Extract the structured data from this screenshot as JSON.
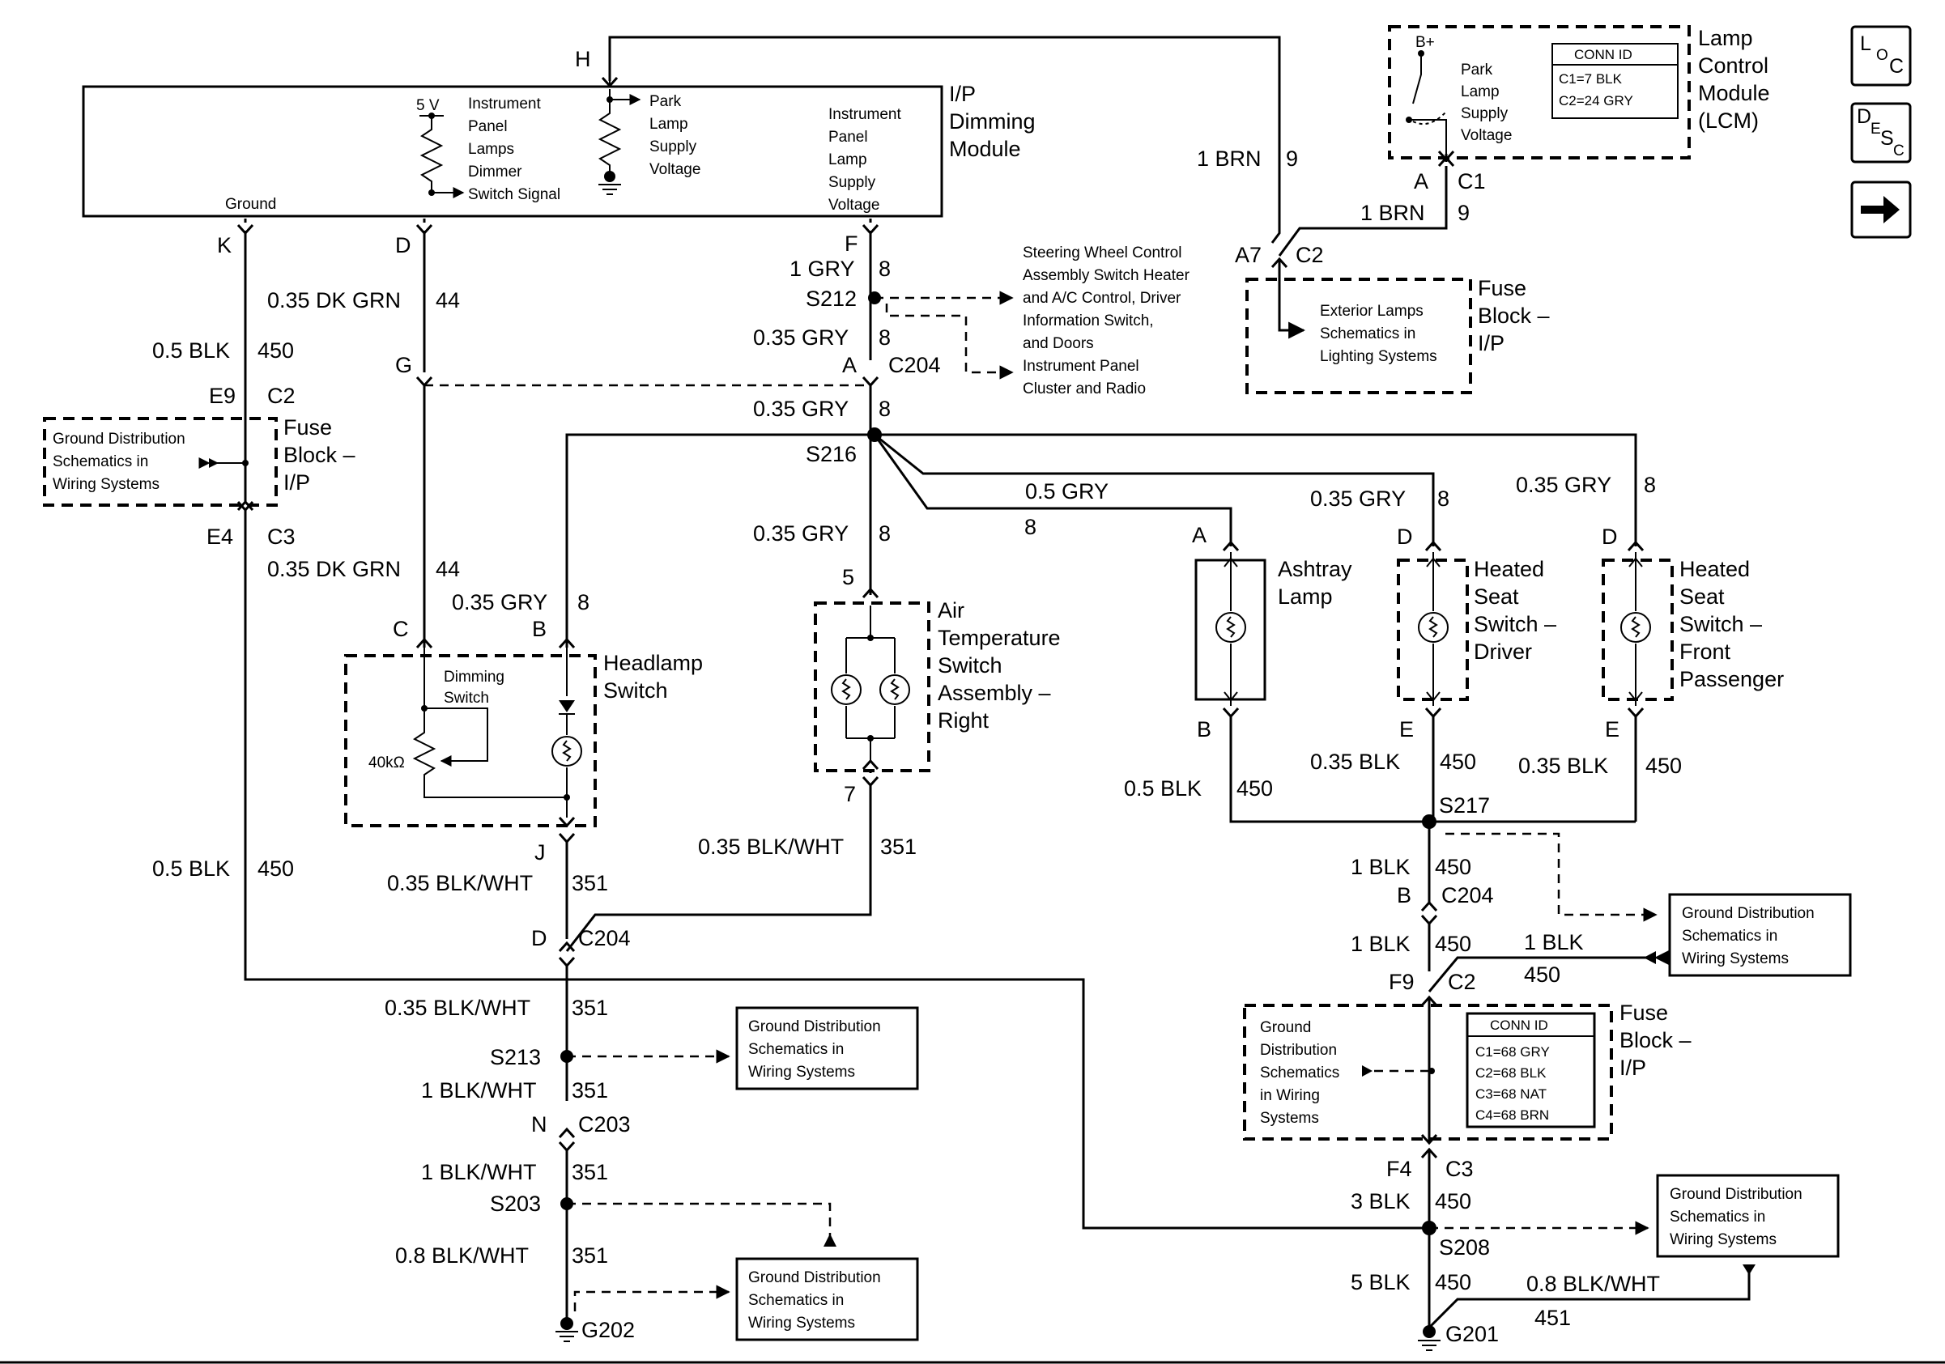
{
  "modules": {
    "dimming": {
      "title": [
        "I/P",
        "Dimming",
        "Module"
      ],
      "ground": "Ground",
      "five_v": "5 V",
      "dimmer": [
        "Instrument",
        "Panel",
        "Lamps",
        "Dimmer",
        "Switch Signal"
      ],
      "park": [
        "Park",
        "Lamp",
        "Supply",
        "Voltage"
      ],
      "ip_lamp": [
        "Instrument",
        "Panel",
        "Lamp",
        "Supply",
        "Voltage"
      ]
    },
    "lcm": {
      "title": [
        "Lamp",
        "Control",
        "Module",
        "(LCM)"
      ],
      "bplus": "B+",
      "park": [
        "Park",
        "Lamp",
        "Supply",
        "Voltage"
      ],
      "conn_id": {
        "header": "CONN ID",
        "rows": [
          "C1=7 BLK",
          "C2=24 GRY"
        ]
      }
    },
    "fuse_top_right": {
      "title": [
        "Fuse",
        "Block –",
        "I/P"
      ],
      "ref": [
        "Exterior Lamps",
        "Schematics in",
        "Lighting Systems"
      ]
    },
    "fuse_left": {
      "title": [
        "Fuse",
        "Block –",
        "I/P"
      ],
      "ref": [
        "Ground Distribution",
        "Schematics in",
        "Wiring Systems"
      ]
    },
    "fuse_bottom_right": {
      "title": [
        "Fuse",
        "Block –",
        "I/P"
      ],
      "ref": [
        "Ground",
        "Distribution",
        "Schematics",
        "in Wiring",
        "Systems"
      ],
      "conn_id": {
        "header": "CONN ID",
        "rows": [
          "C1=68 GRY",
          "C2=68 BLK",
          "C3=68 NAT",
          "C4=68 BRN"
        ]
      }
    },
    "headlamp": {
      "title": [
        "Headlamp",
        "Switch"
      ],
      "dimming": [
        "Dimming",
        "Switch"
      ],
      "resistance": "40kΩ"
    },
    "air_temp": {
      "title": [
        "Air",
        "Temperature",
        "Switch",
        "Assembly –",
        "Right"
      ]
    },
    "ashtray": {
      "title": [
        "Ashtray",
        "Lamp"
      ]
    },
    "seat_driver": {
      "title": [
        "Heated",
        "Seat",
        "Switch –",
        "Driver"
      ]
    },
    "seat_pass": {
      "title": [
        "Heated",
        "Seat",
        "Switch –",
        "Front",
        "Passenger"
      ]
    }
  },
  "steering_ref": [
    "Steering Wheel Control",
    "Assembly Switch Heater",
    "and A/C Control, Driver",
    "Information Switch,",
    "and Doors",
    "Instrument Panel",
    "Cluster and Radio"
  ],
  "ground_ref": [
    "Ground Distribution",
    "Schematics in",
    "Wiring Systems"
  ],
  "pins": {
    "H": "H",
    "K": "K",
    "D": "D",
    "F": "F",
    "G": "G",
    "A": "A",
    "E9": "E9",
    "C2": "C2",
    "E4": "E4",
    "C3": "C3",
    "C": "C",
    "B": "B",
    "J": "J",
    "C204": "C204",
    "N": "N",
    "C203": "C203",
    "five": "5",
    "seven": "7",
    "E": "E",
    "F9": "F9",
    "F4": "F4",
    "A7": "A7",
    "C1": "C1"
  },
  "wires": {
    "brn9": "1 BRN",
    "n9": "9",
    "gry1": "1 GRY",
    "n8": "8",
    "gry035": "0.35 GRY",
    "gry05": "0.5 GRY",
    "dkgrn": "0.35 DK GRN",
    "n44": "44",
    "blk05": "0.5 BLK",
    "n450": "450",
    "blk035": "0.35 BLK",
    "blkwht035": "0.35 BLK/WHT",
    "n351": "351",
    "blkwht1": "1 BLK/WHT",
    "blkwht08": "0.8 BLK/WHT",
    "blk1": "1 BLK",
    "blk3": "3 BLK",
    "blk5": "5 BLK",
    "n451": "451"
  },
  "splices": {
    "S212": "S212",
    "S216": "S216",
    "S213": "S213",
    "S203": "S203",
    "S217": "S217",
    "S208": "S208"
  },
  "grounds": {
    "G202": "G202",
    "G201": "G201"
  },
  "nav": {
    "loc": [
      "L",
      "O",
      "C"
    ],
    "desc": [
      "D",
      "E",
      "S",
      "C"
    ],
    "next": "next-arrow-icon"
  }
}
